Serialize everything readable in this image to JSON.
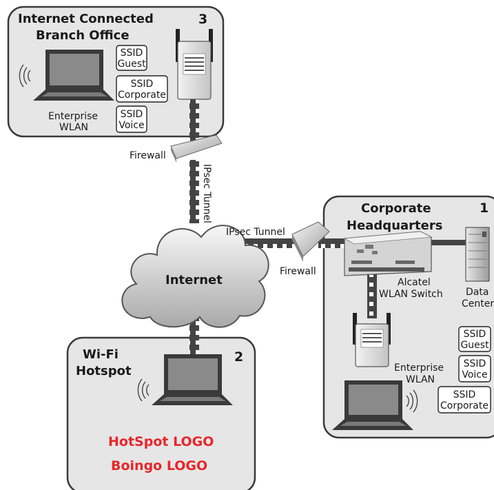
{
  "branch": {
    "title_line1": "Internet Connected",
    "title_line2": "Branch Office",
    "number": "3",
    "ssid_guest": [
      "SSID",
      "Guest"
    ],
    "ssid_corporate": [
      "SSID",
      "Corporate"
    ],
    "ssid_voice": [
      "SSID",
      "Voice"
    ],
    "wlan_line1": "Enterprise",
    "wlan_line2": "WLAN"
  },
  "links": {
    "firewall_branch": "Firewall",
    "ipsec_vertical": "IPsec Tunnel",
    "ipsec_horizontal": "IPsec Tunnel",
    "firewall_hq": "Firewall"
  },
  "internet": {
    "label": "Internet"
  },
  "hq": {
    "title_line1": "Corporate",
    "title_line2": "Headquarters",
    "number": "1",
    "switch_line1": "Alcatel",
    "switch_line2": "WLAN Switch",
    "datacenter_line1": "Data",
    "datacenter_line2": "Center",
    "wlan_line1": "Enterprise",
    "wlan_line2": "WLAN",
    "ssid_guest": [
      "SSID",
      "Guest"
    ],
    "ssid_voice": [
      "SSID",
      "Voice"
    ],
    "ssid_corporate": [
      "SSID",
      "Corporate"
    ]
  },
  "hotspot": {
    "title_line1": "Wi-Fi",
    "title_line2": "Hotspot",
    "number": "2",
    "logo1": "HotSpot LOGO",
    "logo2": "Boingo LOGO"
  },
  "colors": {
    "panel_fill": "#e6e6e6",
    "panel_stroke": "#3a3a3a",
    "logo_red": "#e8262a"
  }
}
